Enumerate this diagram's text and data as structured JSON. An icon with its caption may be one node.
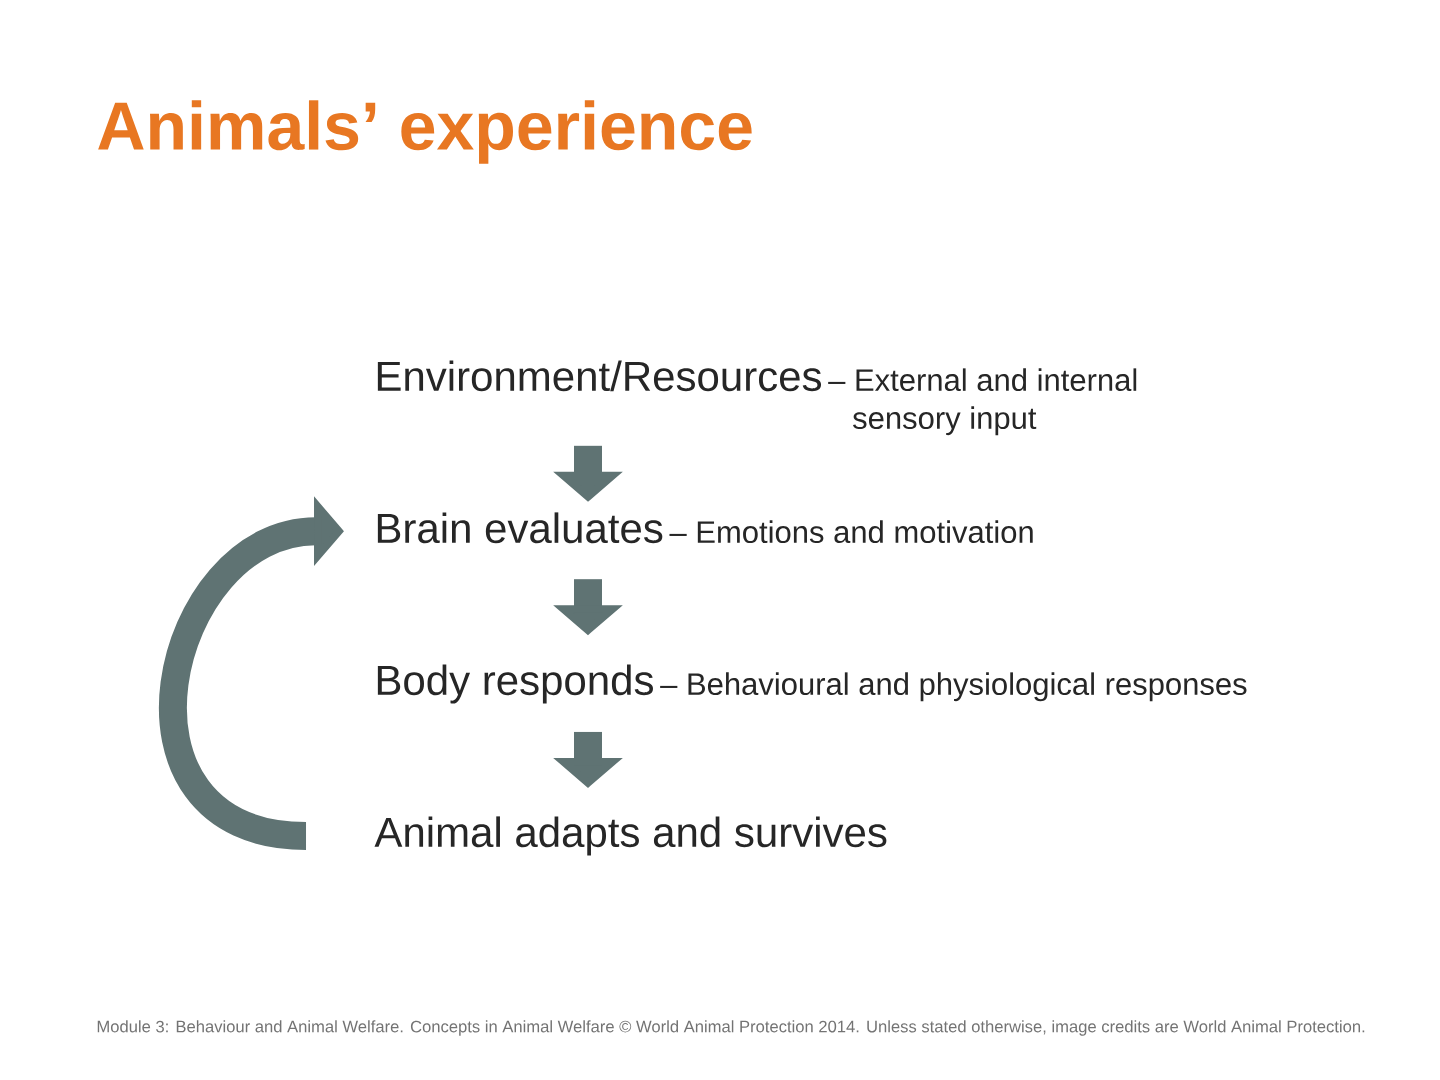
{
  "diagram": {
    "title": "Animals’ experience",
    "nodes": [
      {
        "text": [
          "Environment/Resources",
          "– External and internal sensory input"
        ]
      },
      {
        "text": [
          "Brain evaluates",
          "– Emotions and motivation"
        ]
      },
      {
        "text": [
          "Body responds",
          "– Behavioural and physiological responses"
        ]
      },
      {
        "text": [
          "Animal adapts and survives"
        ]
      }
    ],
    "edges": [
      {
        "from": 0,
        "to": 1,
        "arrow": "to"
      },
      {
        "from": 1,
        "to": 2,
        "arrow": "to"
      },
      {
        "from": 2,
        "to": 3,
        "arrow": "to"
      },
      {
        "from": 3,
        "to": 1,
        "arrow": "to"
      }
    ],
    "caption": "Module 3: Behaviour and Animal Welfare. Concepts in Animal Welfare © World Animal Protection 2014. Unless stated otherwise, image credits are World Animal Protection."
  }
}
